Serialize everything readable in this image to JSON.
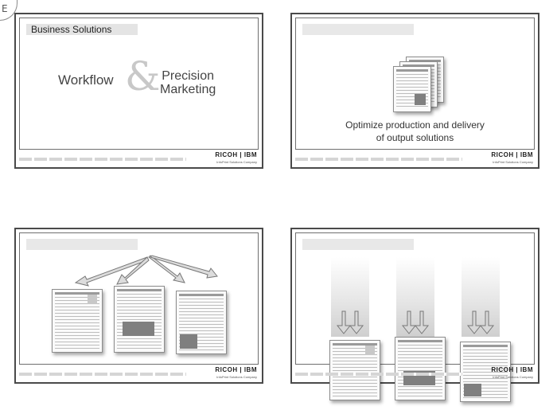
{
  "corner_tab": {
    "letter": "E"
  },
  "slides": [
    {
      "title": "Business Solutions",
      "word_left": "Workflow",
      "ampersand": "&",
      "word_right_line1": "Precision",
      "word_right_line2": "Marketing",
      "logo": "RICOH | IBM",
      "logo_sub": "InfoPrint Solutions Company"
    },
    {
      "title": "",
      "caption_line1": "Optimize production and delivery",
      "caption_line2": "of output solutions",
      "logo": "RICOH | IBM",
      "logo_sub": "InfoPrint Solutions Company"
    },
    {
      "title": "",
      "logo": "RICOH | IBM",
      "logo_sub": "InfoPrint Solutions Company"
    },
    {
      "title": "",
      "logo": "RICOH | IBM",
      "logo_sub": "InfoPrint Solutions Company"
    }
  ]
}
